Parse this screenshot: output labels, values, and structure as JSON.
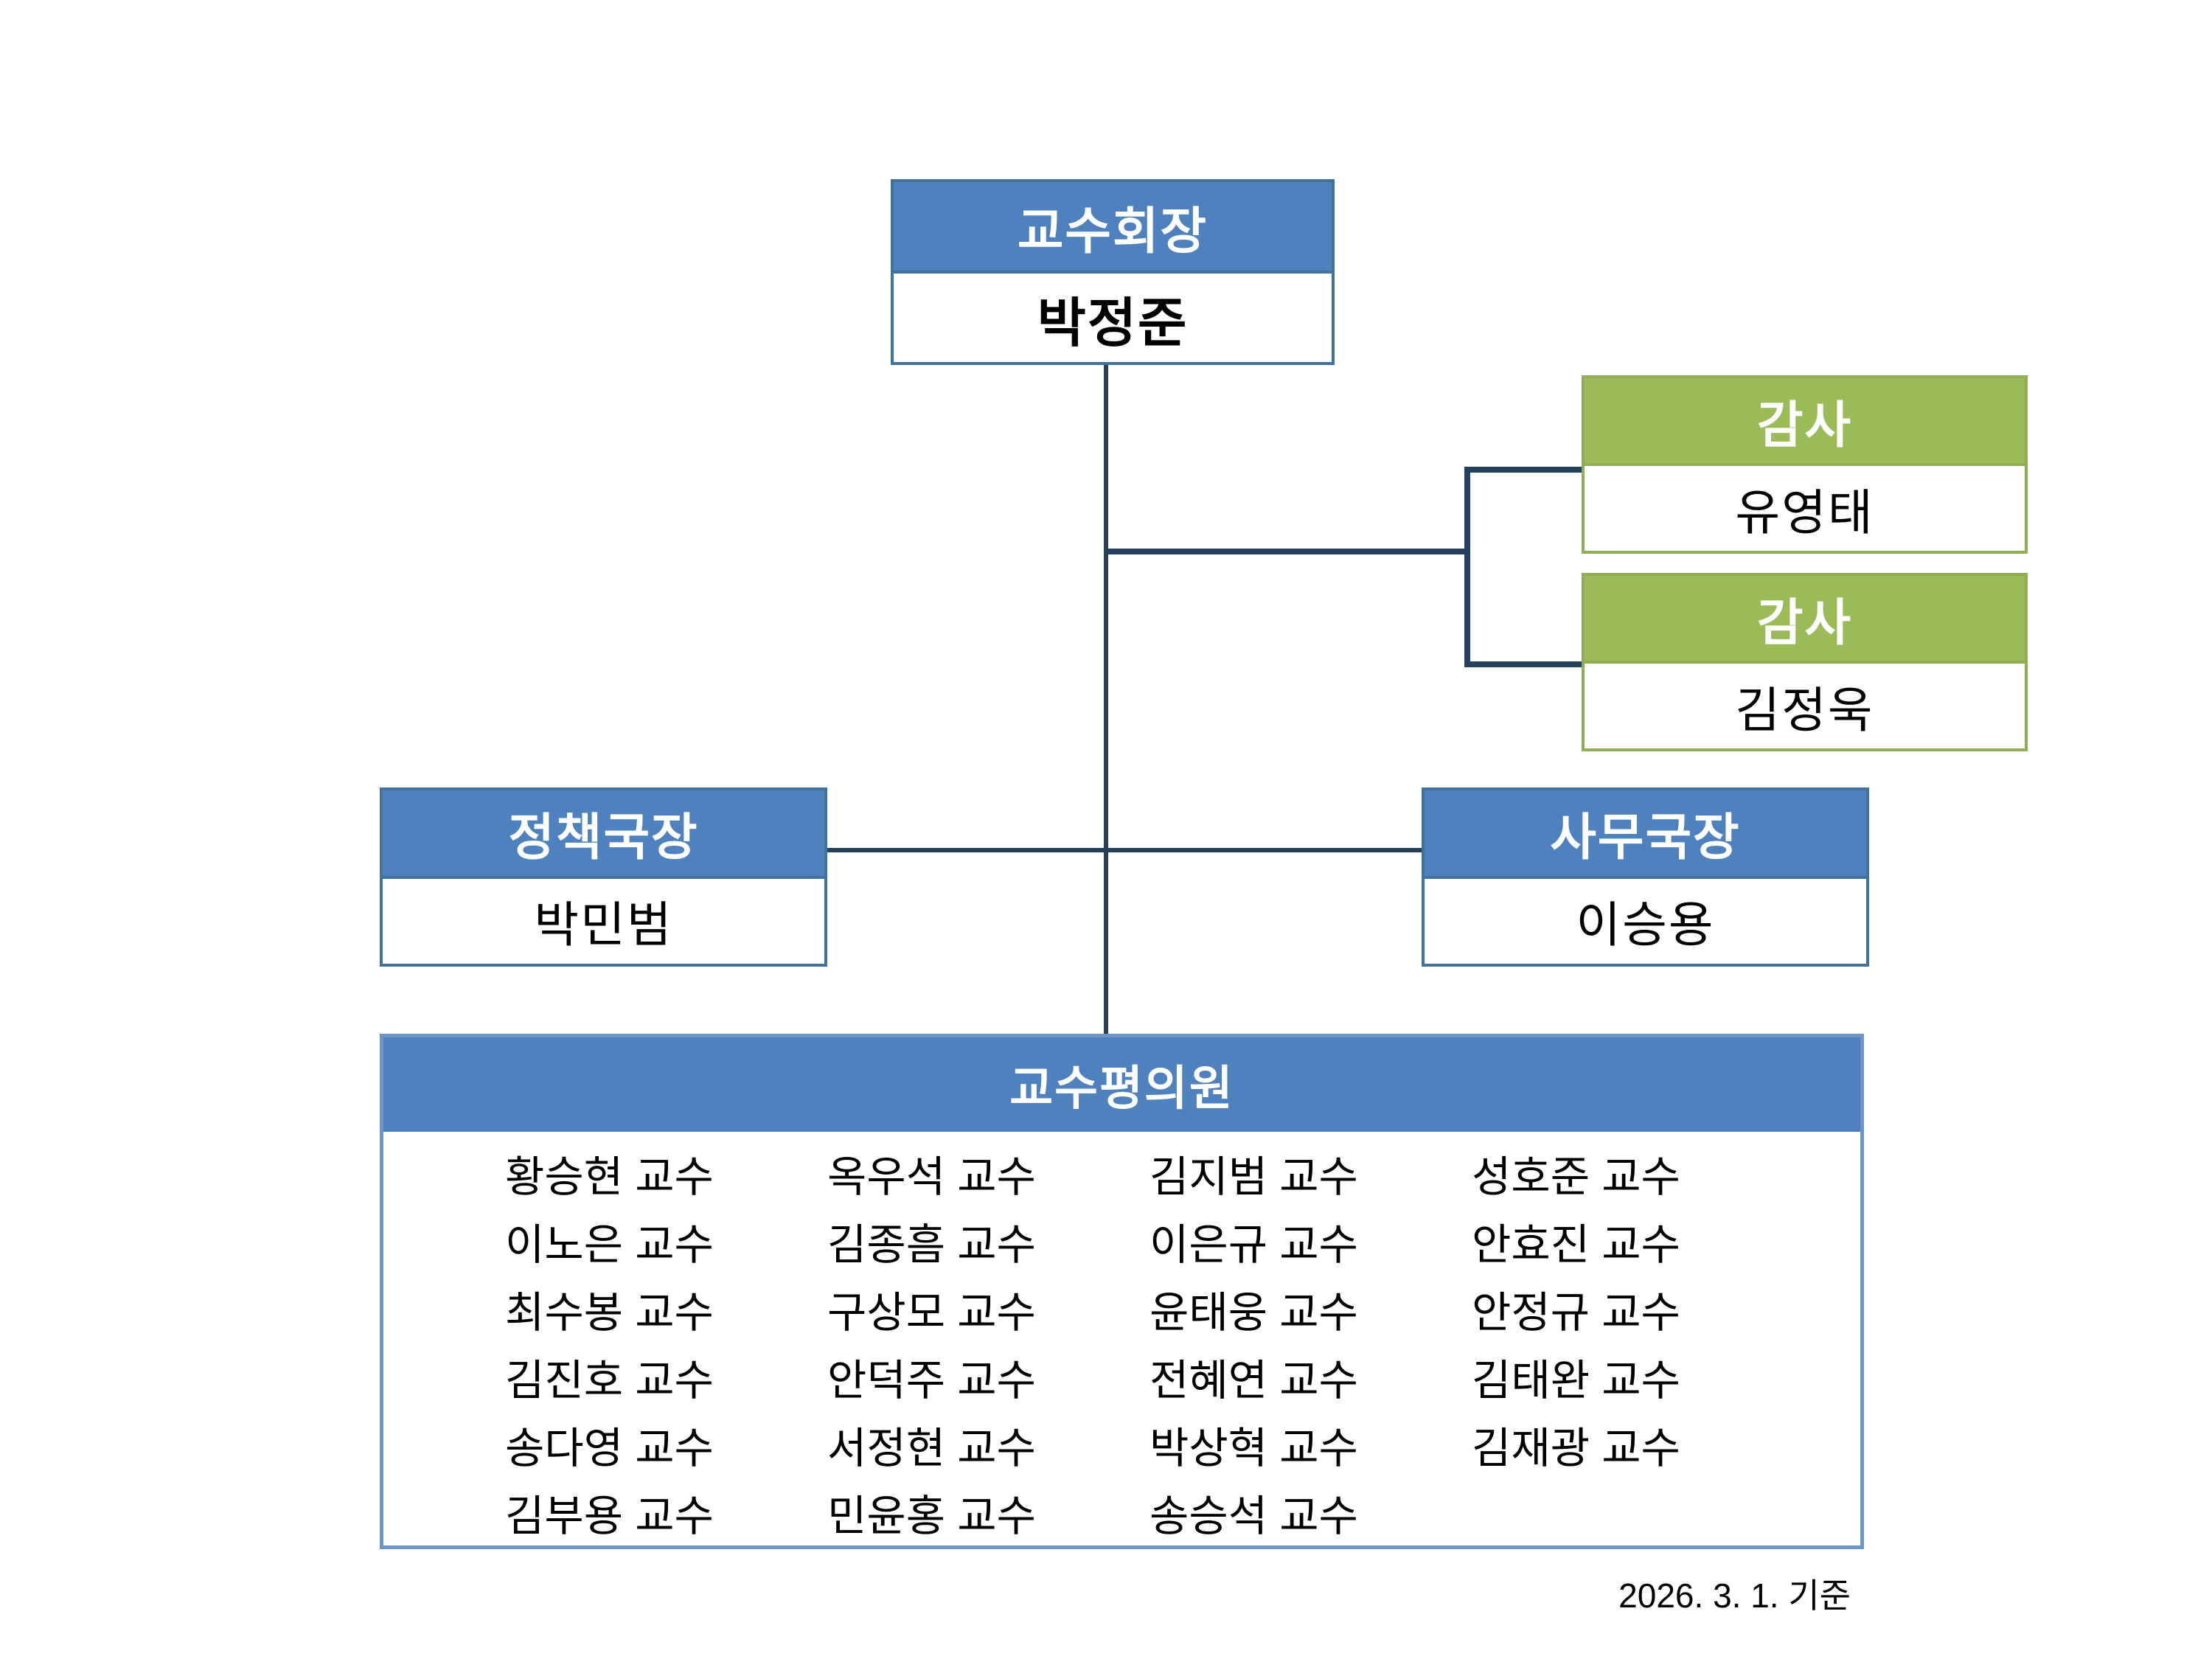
{
  "president": {
    "title": "교수회장",
    "name": "박정준"
  },
  "auditor1": {
    "title": "감사",
    "name": "유영태"
  },
  "auditor2": {
    "title": "감사",
    "name": "김정욱"
  },
  "policy": {
    "title": "정책국장",
    "name": "박민범"
  },
  "office": {
    "title": "사무국장",
    "name": "이승용"
  },
  "council": {
    "title": "교수평의원",
    "members": [
      "황승현 교수",
      "옥우석 교수",
      "김지범 교수",
      "성호준 교수",
      "이노은 교수",
      "김종흠 교수",
      "이은규 교수",
      "안효진 교수",
      "최수봉 교수",
      "구상모 교수",
      "윤태웅 교수",
      "안정규 교수",
      "김진호 교수",
      "안덕주 교수",
      "전혜연 교수",
      "김태완 교수",
      "송다영 교수",
      "서정현 교수",
      "박상혁 교수",
      "김재광 교수",
      "김부용 교수",
      "민윤홍 교수",
      "송승석 교수"
    ]
  },
  "footnote": "2026. 3. 1. 기준",
  "colors": {
    "blue_fill": "#4E81BD",
    "blue_border": "#41719C",
    "green_fill": "#9BBB59",
    "green_border": "#8FAD52",
    "council_border": "#6C96C8",
    "connector": "#24405C"
  }
}
